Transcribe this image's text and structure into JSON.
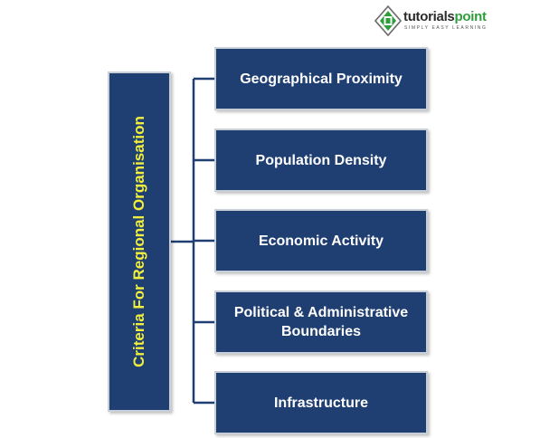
{
  "logo": {
    "word_main": "tutorials",
    "word_accent": "point",
    "tagline": "SIMPLY EASY LEARNING"
  },
  "diagram": {
    "root_label": "Criteria For Regional Organisation",
    "nodes": [
      {
        "label": "Geographical Proximity"
      },
      {
        "label": "Population Density"
      },
      {
        "label": "Economic Activity"
      },
      {
        "label": "Political & Administrative Boundaries"
      },
      {
        "label": "Infrastructure"
      }
    ]
  },
  "colors": {
    "box_fill": "#1f3f73",
    "root_text": "#f1ef3c",
    "node_text": "#ffffff",
    "connector": "#1f3f73",
    "logo_green": "#2e9e3a"
  }
}
